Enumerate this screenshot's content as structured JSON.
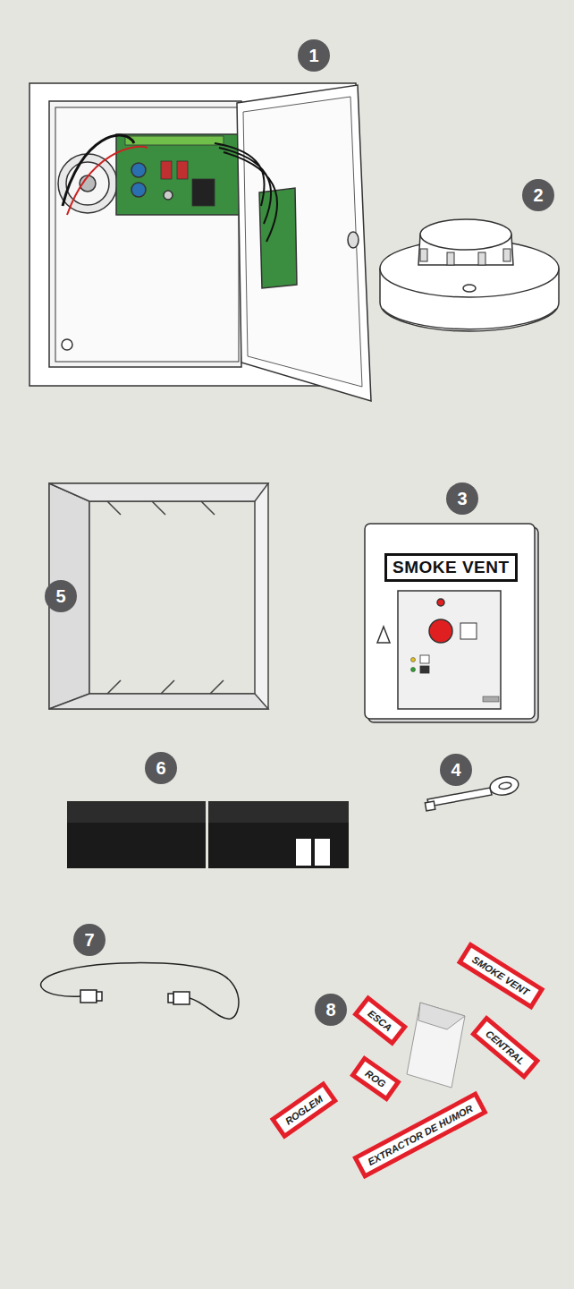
{
  "diagram": {
    "nodes": [
      {
        "text": [
          "SMOKE VENT"
        ]
      }
    ],
    "labels": [
      "1",
      "2",
      "5",
      "3",
      "6",
      "4",
      "7",
      "8",
      "SMOKE VENT",
      "ESCA",
      "CENTRAL",
      "ROG",
      "EXTRACTOR DE HUMOR",
      "ROGLEM"
    ]
  }
}
